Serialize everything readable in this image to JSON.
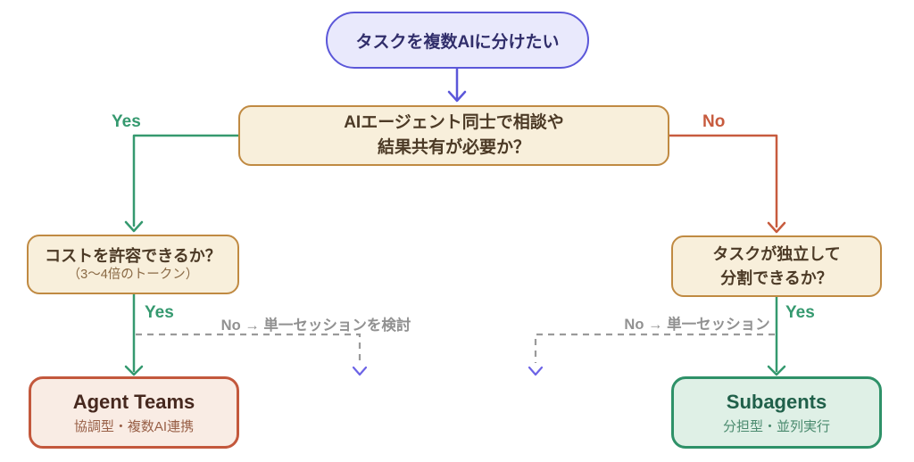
{
  "diagram": {
    "title_hint": "Agent Teams vs Subagents decision flowchart",
    "nodes": {
      "start": {
        "label": "タスクを複数AIに分けたい"
      },
      "q_share": {
        "line1": "AIエージェント同士で相談や",
        "line2": "結果共有が必要か？"
      },
      "q_cost": {
        "title": "コストを許容できるか？",
        "subtitle": "（3〜4倍のトークン）"
      },
      "q_split": {
        "line1": "タスクが独立して",
        "line2": "分割できるか？"
      },
      "agent_teams": {
        "title": "Agent Teams",
        "subtitle": "協調型・複数AI連携"
      },
      "subagents": {
        "title": "Subagents",
        "subtitle": "分担型・並列実行"
      }
    },
    "edges": {
      "share_yes_label": "Yes",
      "share_no_label": "No",
      "cost_yes_label": "Yes",
      "cost_no_note": "No → 単一セッションを検討",
      "split_yes_label": "Yes",
      "split_no_note": "No → 単一セッション"
    },
    "colors": {
      "start_border": "#5b57d9",
      "start_fill": "#e9e9fc",
      "start_text": "#312e6b",
      "question_border": "#c08a42",
      "question_fill": "#f8efdb",
      "question_text": "#4c3a26",
      "question_subtext": "#8a6a45",
      "green": "#35996f",
      "red": "#c75b3e",
      "gray_dashed": "#9a9a9a",
      "dashed_arrowhead_purple": "#6c63e6",
      "agent_teams_border": "#c3583c",
      "agent_teams_fill": "#f9ece4",
      "agent_teams_title": "#46281e",
      "agent_teams_subtitle": "#985f46",
      "subagents_border": "#2e9168",
      "subagents_fill": "#dff0e6",
      "subagents_title": "#20604a",
      "subagents_subtitle": "#4a8a6e",
      "background": "#ffffff"
    }
  }
}
